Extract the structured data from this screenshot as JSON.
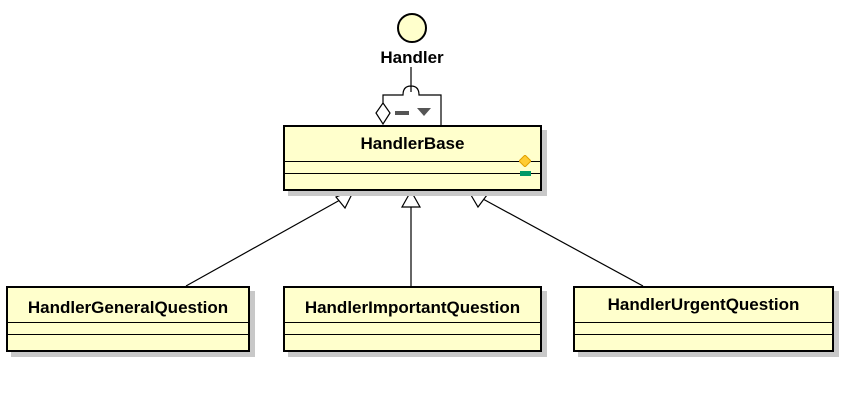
{
  "interface": {
    "name": "Handler"
  },
  "base_class": {
    "name": "HandlerBase"
  },
  "subclasses": [
    {
      "name": "HandlerGeneralQuestion"
    },
    {
      "name": "HandlerImportantQuestion"
    },
    {
      "name": "HandlerUrgentQuestion"
    }
  ],
  "colors": {
    "class_fill": "#ffffcc",
    "attribute_marker": "#ffcc33",
    "operation_marker": "#009966"
  }
}
